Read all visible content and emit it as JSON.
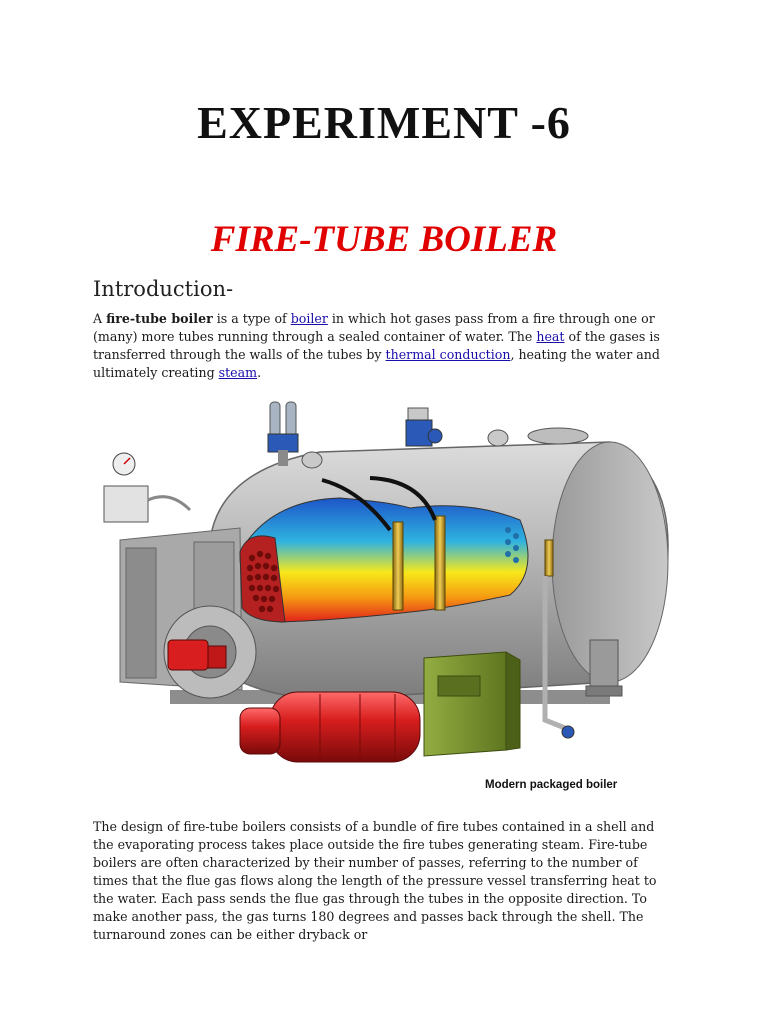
{
  "document": {
    "title": "EXPERIMENT -6",
    "subtitle": "FIRE-TUBE BOILER",
    "section_heading": "Introduction-",
    "intro": {
      "t1": "A ",
      "bold": "fire-tube boiler",
      "t2": " is a type of ",
      "link_boiler": "boiler",
      "t3": " in which hot gases pass from a fire through one or (many) more tubes running through a sealed container of water. The ",
      "link_heat": "heat",
      "t4": " of the gases is transferred through the walls of the tubes by ",
      "link_thermal": "thermal conduction",
      "t5": ", heating the water and ultimately creating ",
      "link_steam": "steam",
      "t6": "."
    },
    "figure_caption": "Modern packaged boiler",
    "body_paragraph": "The design of fire-tube boilers consists of a bundle of fire tubes contained in a shell and the evaporating process takes place outside the fire tubes generating steam. Fire-tube boilers are often characterized by their number of passes, referring to the number of times that the flue gas flows along the length of the pressure vessel transferring heat to the water. Each pass sends the flue gas through the tubes in the opposite direction. To make another pass, the gas turns 180 degrees and passes back through the shell. The turnaround zones can be either dryback or"
  },
  "colors": {
    "title": "#111111",
    "subtitle": "#e00000",
    "link": "#1a0dab",
    "shell": "#b9b9b9",
    "burner": "#d81e1e",
    "control_box": "#7f9a2f"
  }
}
